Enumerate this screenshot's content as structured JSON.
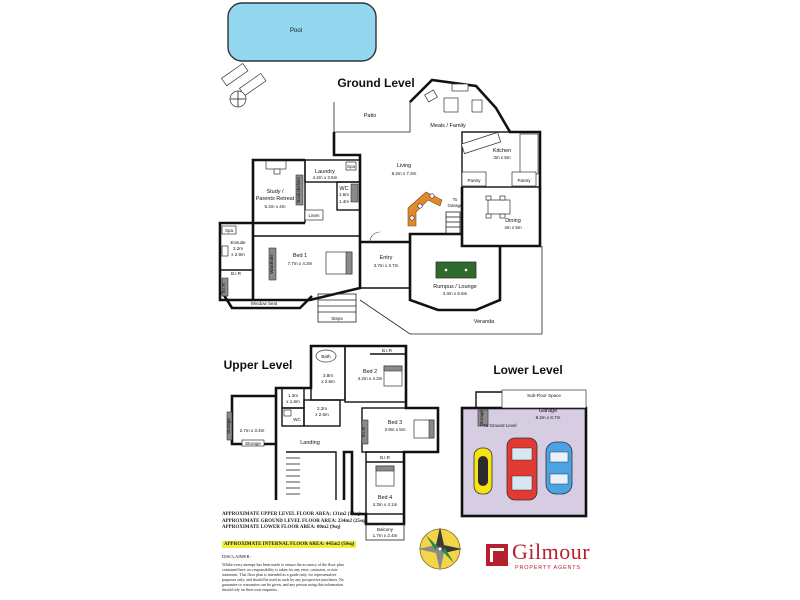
{
  "levels": {
    "ground": "Ground Level",
    "upper": "Upper Level",
    "lower": "Lower Level"
  },
  "ground_rooms": {
    "pool": "Pool",
    "patio": "Patio",
    "meals_family": "Meals / Family",
    "kitchen": "Kitchen",
    "kitchen_size": "3m x 5m",
    "living": "Living",
    "living_size": "8.2m x 7.3m",
    "study": "Study /",
    "study_line2": "Parents Retreat",
    "study_size": "5.4m x 4m",
    "laundry": "Laundry",
    "laundry_size": "4.2m x 3.5m",
    "wc": "WC",
    "wc_size": "1.6m",
    "wc_size2": "1.4m",
    "spa": "Spa",
    "bookshelves": "Bookshelves",
    "linen": "Linen",
    "pantry": "Pantry",
    "pantry2": "Pantry",
    "to_garage": "To",
    "to_garage2": "Garage",
    "dining": "Dining",
    "dining_size": "4m x 5m",
    "ensuite": "Ensuite",
    "ensuite_size": "3.2m",
    "ensuite_size2": "x 2.9m",
    "spa_ensuite": "Spa",
    "bir": "B.I.R",
    "bir_side": "B.I.R",
    "robe": "Wardrobe",
    "bed1": "Bed 1",
    "bed1_size": "7.7m x 4.3m",
    "entry": "Entry",
    "entry_size": "3.7m x 3.7m",
    "rumpus": "Rumpus / Lounge",
    "rumpus_size": "4.4m x 6.6m",
    "window_seat": "Window Seat",
    "steps": "Steps",
    "veranda": "Veranda"
  },
  "upper_rooms": {
    "bath": "Bath",
    "bath_size": "3.8m",
    "bath_size2": "x 2.6m",
    "bir2": "B.I.R",
    "bed2": "Bed 2",
    "bed2_size": "4.2m x 4.3m",
    "ens_small": "1.3m",
    "ens_small2": "x 1.6m",
    "room_mid": "2.2m",
    "room_mid2": "x 2.6m",
    "wc": "WC",
    "deck": "2.7m x 3.4m",
    "storage": "Storage",
    "storage2": "Storage",
    "bed3": "Bed 3",
    "bed3_size": "3.9m x 5m",
    "bir3": "B.I.R",
    "landing": "Landing",
    "bir4": "B.I.R",
    "bed4": "Bed 4",
    "bed4_size": "4.3m x 4.1m",
    "balcony": "Balcony",
    "balcony_size": "1.7m x 2.4m"
  },
  "lower_rooms": {
    "subfloor": "Sub-Floor Space",
    "garage": "Garage",
    "garage_size": "9.2m x 8.7m",
    "storage": "Storage",
    "to_ground": "To Ground Level"
  },
  "areas": {
    "upper": "APPROXIMATE UPPER LEVEL FLOOR AREA:",
    "upper_val": "131m2 (14sq)",
    "ground": "APPROXIMATE GROUND LEVEL FLOOR AREA:",
    "ground_val": "234m2 (25sq)",
    "lower": "APPROXIMATE LOWER FLOOR AREA:",
    "lower_val": "80m2 (9sq)",
    "internal": "APPROXIMATE INTERNAL FLOOR AREA: 445m2 (50sq)"
  },
  "disclaimer": {
    "heading": "DISCLAIMER:",
    "text": "Whilst every attempt has been made to ensure the accuracy of the floor plan contained here, no responsibility is taken for any error, omission, or mis-statement. This floor plan is intended as a guide only, for representative purposes only, and should be used as such by any prospective purchaser. No guarantee or warranties can be given, and any person using this information should rely on their own enquiries."
  },
  "brand": {
    "name": "Gilmour",
    "sub": "PROPERTY AGENTS",
    "color": "#b51f2e"
  },
  "colors": {
    "pool": "#94d8f0",
    "garage_floor": "#d6cde3",
    "bench": "#e08a2e"
  },
  "icons": {
    "compass": "compass-rose-icon",
    "logo": "gilmour-logo-icon"
  }
}
